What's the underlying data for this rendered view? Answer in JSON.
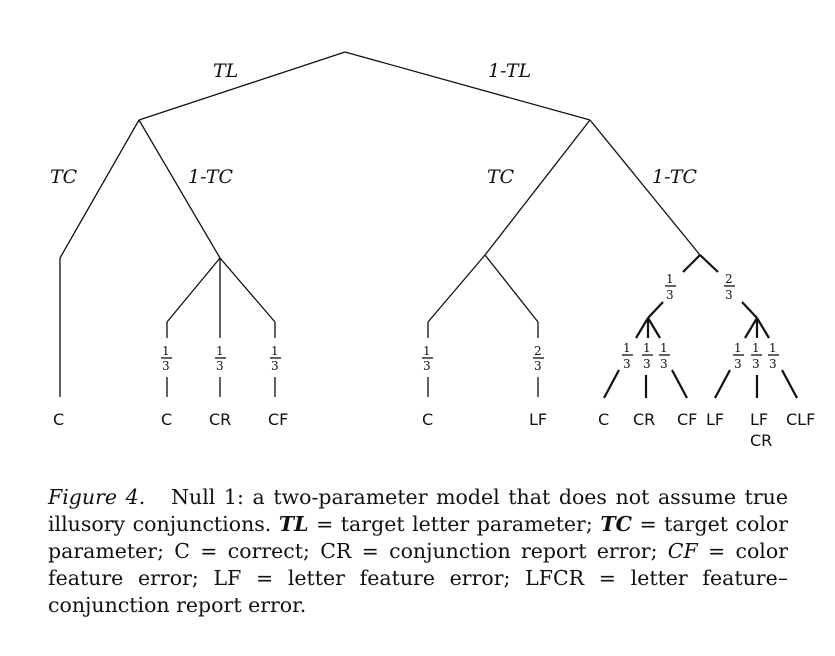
{
  "diagram": {
    "edge_labels": {
      "tl": "TL",
      "one_minus_tl": "1-TL",
      "tc_left": "TC",
      "one_minus_tc_left": "1-TC",
      "tc_right": "TC",
      "one_minus_tc_right": "1-TC"
    },
    "fractions": {
      "one": "1",
      "two": "2",
      "three": "3"
    },
    "leaves": {
      "c1": "C",
      "c2": "C",
      "cr1": "CR",
      "cf1": "CF",
      "c3": "C",
      "lf1": "LF",
      "c4": "C",
      "cr2": "CR",
      "cf2": "CF",
      "lf2": "LF",
      "lf3_line1": "LF",
      "lf3_line2": "CR",
      "clf": "CLF"
    }
  },
  "caption": {
    "figure_label": "Figure 4.",
    "text_1": "Null 1: a two-parameter model that does not assume true illusory conjunctions. ",
    "tl_abbr": "TL",
    "text_2": " = target letter parameter; ",
    "tc_abbr": "TC",
    "text_3": " = target color parameter; C = correct; CR = conjunction report error; ",
    "cf_abbr": "CF",
    "text_4": " = color feature error; LF = letter feature error; LFCR = letter feature–conjunction report error."
  }
}
